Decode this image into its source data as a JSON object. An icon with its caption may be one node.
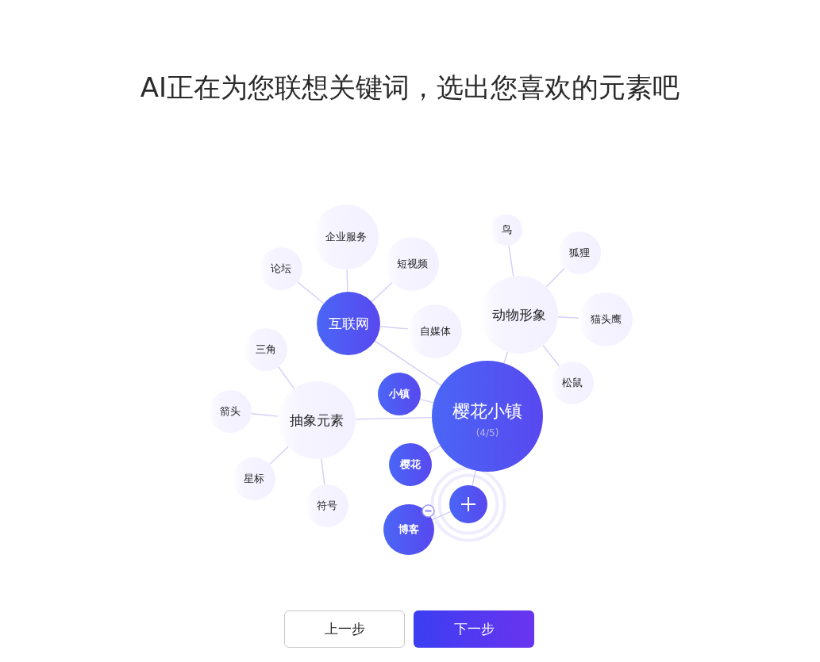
{
  "diagram": {
    "title": "AI正在为您联想关键词，选出您喜欢的元素吧",
    "nodes": [
      {
        "text": [
          "樱花小镇",
          "(4/5)"
        ]
      },
      {
        "text": [
          "互联网"
        ]
      },
      {
        "text": [
          "企业服务"
        ]
      },
      {
        "text": [
          "论坛"
        ]
      },
      {
        "text": [
          "短视频"
        ]
      },
      {
        "text": [
          "自媒体"
        ]
      },
      {
        "text": [
          "动物形象"
        ]
      },
      {
        "text": [
          "鸟"
        ]
      },
      {
        "text": [
          "狐狸"
        ]
      },
      {
        "text": [
          "猫头鹰"
        ]
      },
      {
        "text": [
          "松鼠"
        ]
      },
      {
        "text": [
          "抽象元素"
        ]
      },
      {
        "text": [
          "三角"
        ]
      },
      {
        "text": [
          "箭头"
        ]
      },
      {
        "text": [
          "星标"
        ]
      },
      {
        "text": [
          "符号"
        ]
      },
      {
        "text": [
          "小镇"
        ]
      },
      {
        "text": [
          "樱花"
        ]
      },
      {
        "text": [
          "博客"
        ]
      },
      {
        "text": [],
        "shape": "circle"
      }
    ],
    "edges": [
      {
        "from": 0,
        "to": 1,
        "arrow": "none"
      },
      {
        "from": 1,
        "to": 2,
        "arrow": "none"
      },
      {
        "from": 1,
        "to": 3,
        "arrow": "none"
      },
      {
        "from": 1,
        "to": 4,
        "arrow": "none"
      },
      {
        "from": 1,
        "to": 5,
        "arrow": "none"
      },
      {
        "from": 0,
        "to": 6,
        "arrow": "none"
      },
      {
        "from": 6,
        "to": 7,
        "arrow": "none"
      },
      {
        "from": 6,
        "to": 8,
        "arrow": "none"
      },
      {
        "from": 6,
        "to": 9,
        "arrow": "none"
      },
      {
        "from": 6,
        "to": 10,
        "arrow": "none"
      },
      {
        "from": 0,
        "to": 11,
        "arrow": "none"
      },
      {
        "from": 11,
        "to": 12,
        "arrow": "none"
      },
      {
        "from": 11,
        "to": 13,
        "arrow": "none"
      },
      {
        "from": 11,
        "to": 14,
        "arrow": "none"
      },
      {
        "from": 11,
        "to": 15,
        "arrow": "none"
      },
      {
        "from": 0,
        "to": 16,
        "arrow": "none"
      },
      {
        "from": 0,
        "to": 17,
        "arrow": "none"
      },
      {
        "from": 0,
        "to": 19,
        "arrow": "none"
      },
      {
        "from": 19,
        "to": 18,
        "arrow": "none"
      }
    ],
    "labels": [
      "上一步",
      "下一步"
    ]
  }
}
